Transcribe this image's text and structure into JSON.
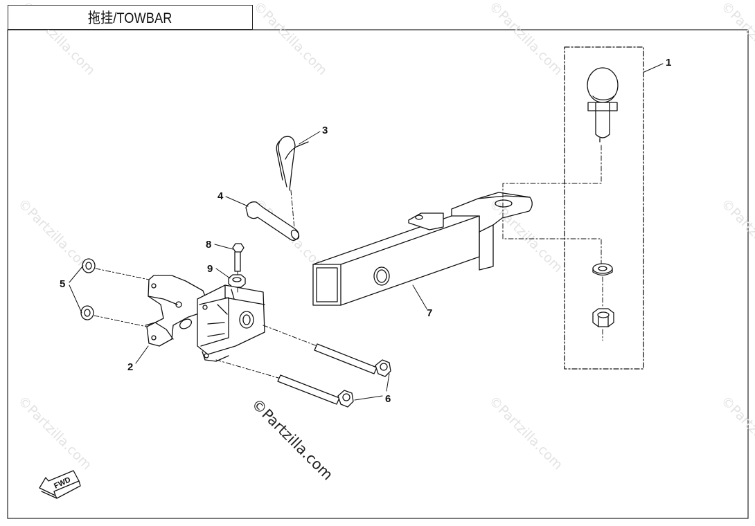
{
  "title": "拖挂/TOWBAR",
  "callouts": [
    {
      "number": "1",
      "part": "hitch-ball-assembly"
    },
    {
      "number": "2",
      "part": "mounting-bracket"
    },
    {
      "number": "3",
      "part": "hitch-pin-clip"
    },
    {
      "number": "4",
      "part": "hitch-pin"
    },
    {
      "number": "5",
      "part": "washer-pair"
    },
    {
      "number": "6",
      "part": "long-bolt-pair"
    },
    {
      "number": "7",
      "part": "receiver-tube"
    },
    {
      "number": "8",
      "part": "short-bolt"
    },
    {
      "number": "9",
      "part": "nut"
    }
  ],
  "watermark": "©Partzilla.com",
  "fwd_label": "FWD",
  "colors": {
    "line": "#111111",
    "watermark": "#e3e3e3",
    "frame": "#222222"
  }
}
